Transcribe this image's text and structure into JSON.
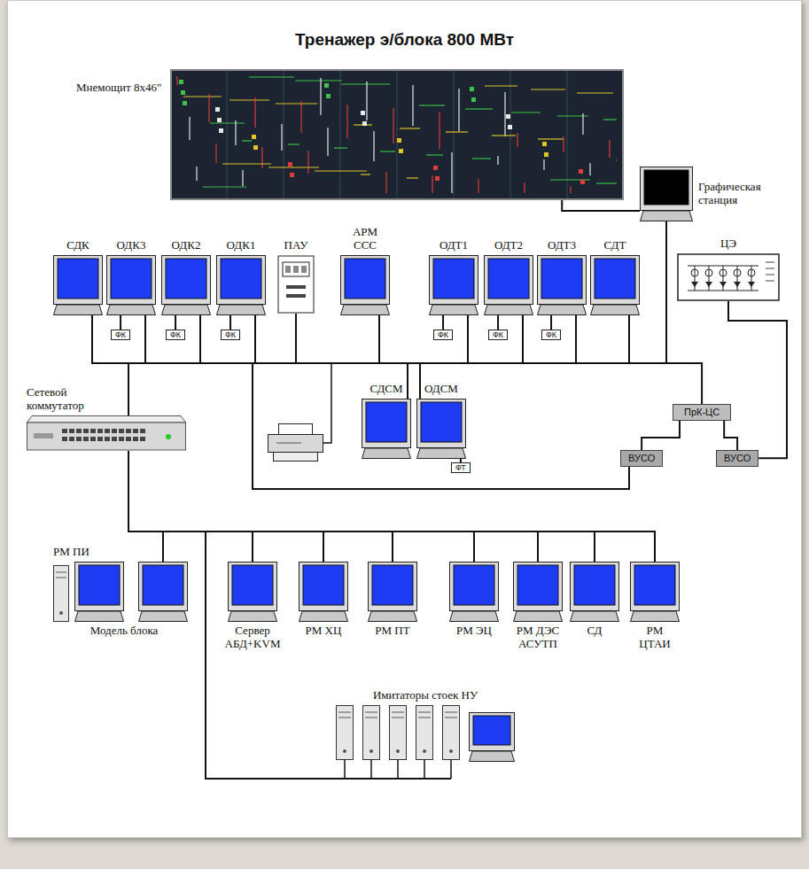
{
  "diagram": {
    "title": "Тренажер э/блока 800 МВт",
    "nodes": [
      {
        "text": [
          "Мнемощит 8х46\""
        ]
      },
      {
        "text": [
          "Графическая станция"
        ]
      },
      {
        "text": [
          "СДК"
        ]
      },
      {
        "text": [
          "ОДК3"
        ]
      },
      {
        "text": [
          "ОДК2"
        ]
      },
      {
        "text": [
          "ОДК1"
        ]
      },
      {
        "text": [
          "ПАУ"
        ]
      },
      {
        "text": [
          "АРМ ССС"
        ]
      },
      {
        "text": [
          "ОДТ1"
        ]
      },
      {
        "text": [
          "ОДТ2"
        ]
      },
      {
        "text": [
          "ОДТ3"
        ]
      },
      {
        "text": [
          "СДТ"
        ]
      },
      {
        "text": [
          "ЦЭ"
        ]
      },
      {
        "text": [
          "ФК"
        ]
      },
      {
        "text": [
          "ФК"
        ]
      },
      {
        "text": [
          "ФК"
        ]
      },
      {
        "text": [
          "ФК"
        ]
      },
      {
        "text": [
          "ФК"
        ]
      },
      {
        "text": [
          "ФК"
        ]
      },
      {
        "text": [
          "Сетевой коммутатор"
        ]
      },
      {
        "text": [
          "СДСМ"
        ]
      },
      {
        "text": [
          "ОДСМ"
        ]
      },
      {
        "text": [
          "ФТ"
        ]
      },
      {
        "text": [
          "ПрК-ЦС"
        ]
      },
      {
        "text": [
          "ВУСО"
        ]
      },
      {
        "text": [
          "ВУСО"
        ]
      },
      {
        "text": [
          "РМ ПИ",
          "Модель блока"
        ]
      },
      {
        "text": [
          "Сервер АБД+KVM"
        ]
      },
      {
        "text": [
          "РМ ХЦ"
        ]
      },
      {
        "text": [
          "РМ ПТ"
        ]
      },
      {
        "text": [
          "РМ ЭЦ"
        ]
      },
      {
        "text": [
          "РМ ДЭС АСУТП"
        ]
      },
      {
        "text": [
          "СД"
        ]
      },
      {
        "text": [
          "РМ ЦТАИ"
        ]
      },
      {
        "text": [
          "Имитаторы стоек НУ"
        ]
      }
    ],
    "edges": [
      {
        "from": 0,
        "to": 1,
        "arrow": "none"
      },
      {
        "from": 1,
        "to": 19,
        "arrow": "none"
      },
      {
        "from": 2,
        "to": 19,
        "arrow": "none"
      },
      {
        "from": 3,
        "to": 19,
        "arrow": "none"
      },
      {
        "from": 4,
        "to": 19,
        "arrow": "none"
      },
      {
        "from": 5,
        "to": 19,
        "arrow": "none"
      },
      {
        "from": 6,
        "to": 19,
        "arrow": "none"
      },
      {
        "from": 7,
        "to": 19,
        "arrow": "none"
      },
      {
        "from": 8,
        "to": 19,
        "arrow": "none"
      },
      {
        "from": 9,
        "to": 19,
        "arrow": "none"
      },
      {
        "from": 10,
        "to": 19,
        "arrow": "none"
      },
      {
        "from": 11,
        "to": 19,
        "arrow": "none"
      },
      {
        "from": 12,
        "to": 25,
        "arrow": "none"
      },
      {
        "from": 13,
        "to": 3,
        "arrow": "none"
      },
      {
        "from": 14,
        "to": 4,
        "arrow": "none"
      },
      {
        "from": 15,
        "to": 5,
        "arrow": "none"
      },
      {
        "from": 16,
        "to": 8,
        "arrow": "none"
      },
      {
        "from": 17,
        "to": 9,
        "arrow": "none"
      },
      {
        "from": 18,
        "to": 10,
        "arrow": "none"
      },
      {
        "from": 20,
        "to": 19,
        "arrow": "none"
      },
      {
        "from": 21,
        "to": 19,
        "arrow": "none"
      },
      {
        "from": 22,
        "to": 21,
        "arrow": "none"
      },
      {
        "from": 23,
        "to": 19,
        "arrow": "none"
      },
      {
        "from": 23,
        "to": 24,
        "arrow": "none"
      },
      {
        "from": 23,
        "to": 25,
        "arrow": "none"
      },
      {
        "from": 24,
        "to": 19,
        "arrow": "none"
      },
      {
        "from": 26,
        "to": 19,
        "arrow": "none"
      },
      {
        "from": 27,
        "to": 19,
        "arrow": "none"
      },
      {
        "from": 28,
        "to": 19,
        "arrow": "none"
      },
      {
        "from": 29,
        "to": 19,
        "arrow": "none"
      },
      {
        "from": 30,
        "to": 19,
        "arrow": "none"
      },
      {
        "from": 31,
        "to": 19,
        "arrow": "none"
      },
      {
        "from": 32,
        "to": 19,
        "arrow": "none"
      },
      {
        "from": 33,
        "to": 19,
        "arrow": "none"
      },
      {
        "from": 34,
        "to": 19,
        "arrow": "none"
      }
    ]
  }
}
